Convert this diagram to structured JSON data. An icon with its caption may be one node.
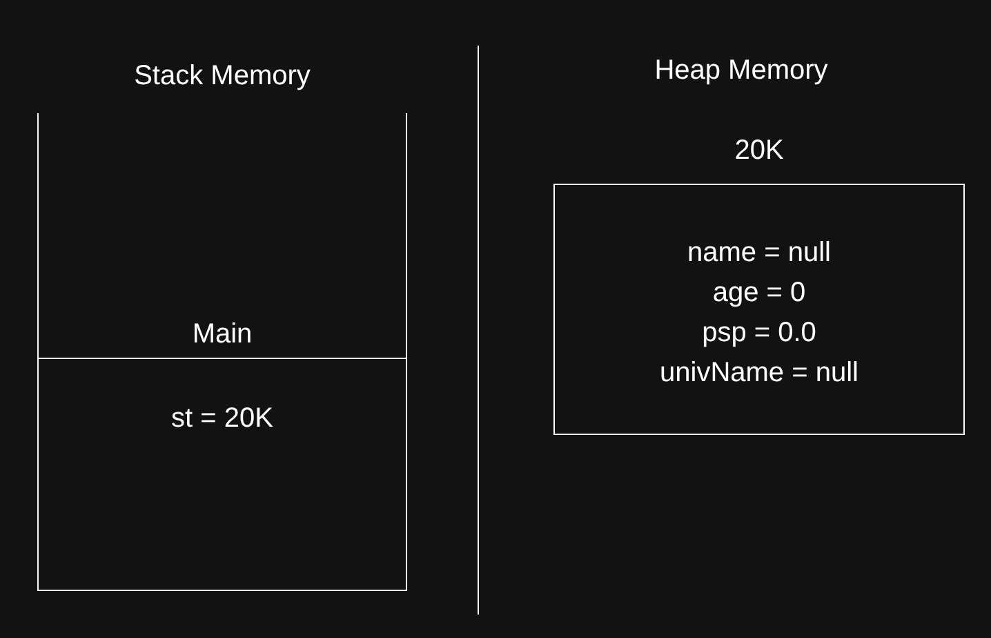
{
  "diagram": {
    "nodes": [
      {
        "text": [
          "Stack Memory"
        ]
      },
      {
        "text": [
          "Main",
          "st = 20K"
        ],
        "in": 0
      },
      {
        "text": [
          "20K",
          "name = null",
          "age = 0",
          "psp = 0.0",
          "univName = null"
        ]
      }
    ],
    "labels": [
      "Heap Memory"
    ]
  }
}
